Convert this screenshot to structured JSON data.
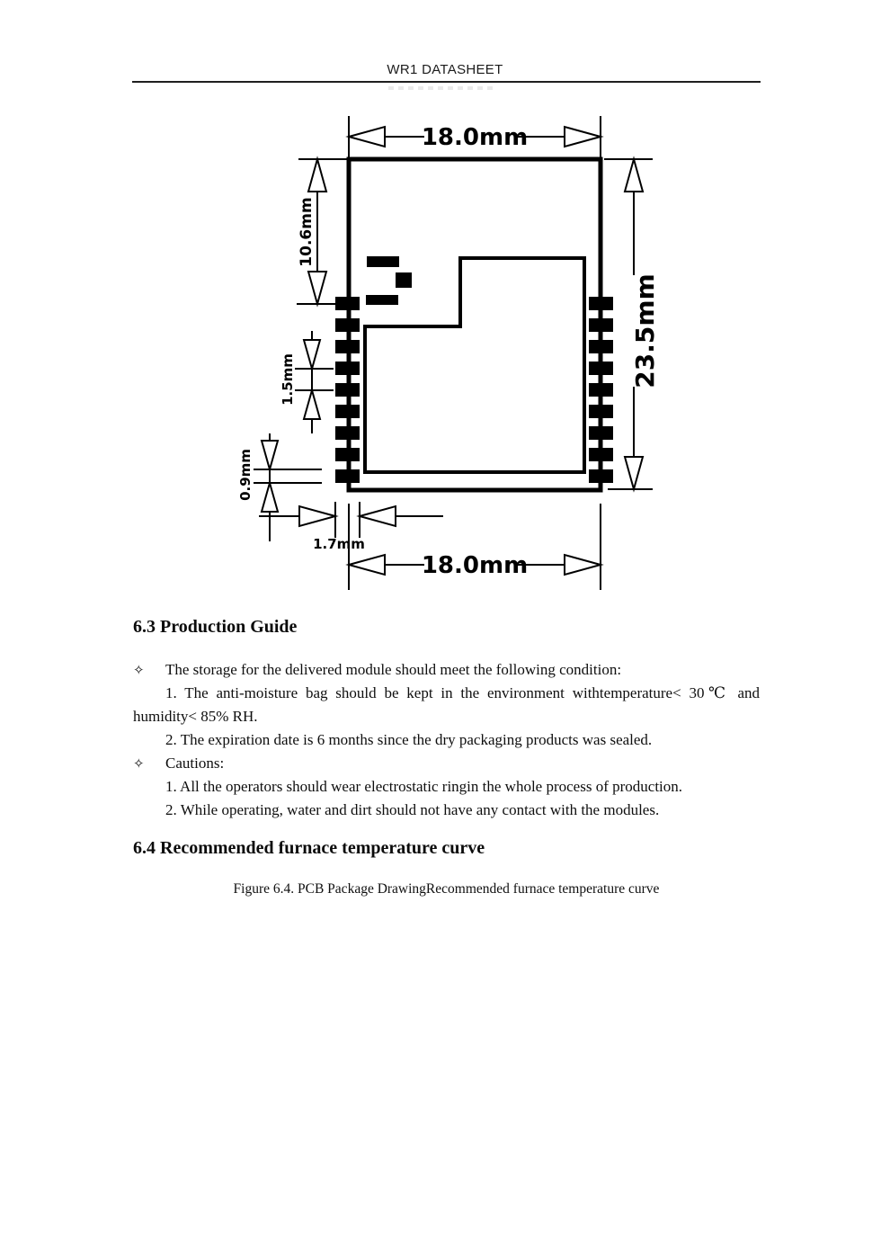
{
  "page": {
    "header_title": "WR1 DATASHEET"
  },
  "drawing": {
    "dim_width_top": "18.0mm",
    "dim_width_bottom": "18.0mm",
    "dim_height_right": "23.5mm",
    "dim_antenna_height_left": "10.6mm",
    "dim_pad_pitch": "1.5mm",
    "dim_pad_height": "0.9mm",
    "dim_pad_width": "1.7mm"
  },
  "section_63": {
    "heading": "6.3 Production Guide",
    "bullet_glyph": "✧",
    "item_storage": "The storage for the delivered module should meet the following condition:",
    "storage_line1": "1. The anti-moisture bag should be kept in the environment withtemperature< 30℃ and",
    "storage_line2": "humidity< 85% RH.",
    "storage_line3": "2. The expiration date is 6 months since the dry packaging products was sealed.",
    "item_cautions": "Cautions:",
    "caution_line1": "1. All the operators should wear electrostatic ringin the whole process of production.",
    "caution_line2": "2. While operating, water and dirt should not have any contact with the modules."
  },
  "section_64": {
    "heading": "6.4 Recommended furnace temperature curve",
    "caption": "Figure 6.4. PCB Package DrawingRecommended furnace temperature curve"
  }
}
